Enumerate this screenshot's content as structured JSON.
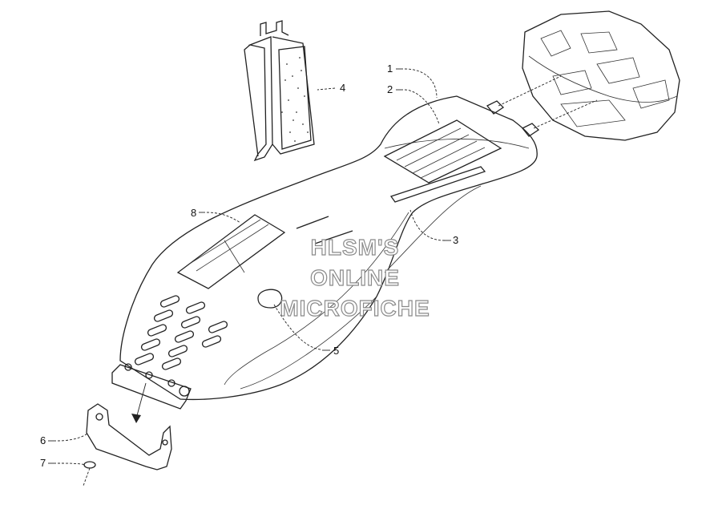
{
  "diagram": {
    "callouts": [
      {
        "id": "1",
        "label": "1"
      },
      {
        "id": "2",
        "label": "2"
      },
      {
        "id": "3",
        "label": "3"
      },
      {
        "id": "4",
        "label": "4"
      },
      {
        "id": "5",
        "label": "5"
      },
      {
        "id": "6",
        "label": "6"
      },
      {
        "id": "7",
        "label": "7"
      },
      {
        "id": "8",
        "label": "8"
      }
    ],
    "watermark": {
      "line1": "HLSM'S",
      "line2": "ONLINE",
      "line3": "MICROFICHE"
    }
  }
}
